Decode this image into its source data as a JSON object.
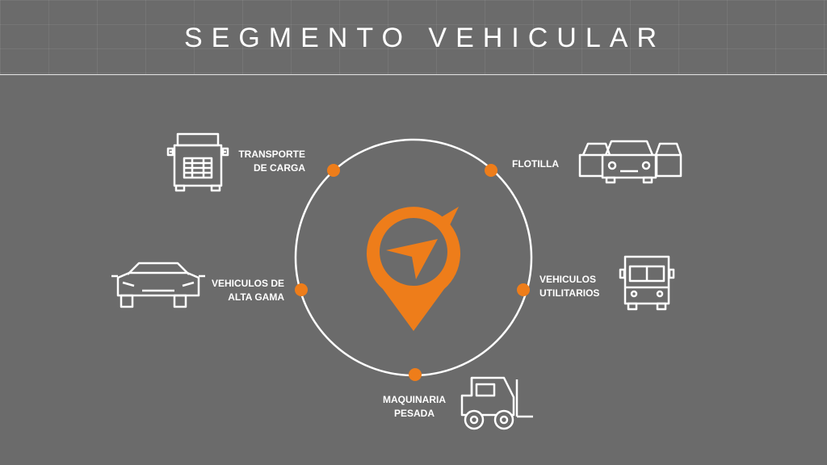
{
  "title": "SEGMENTO VEHICULAR",
  "colors": {
    "accent": "#ee7d1a",
    "background": "#6b6b6b",
    "line": "#ffffff"
  },
  "center_icon": "location-pin-navigation-icon",
  "segments": [
    {
      "id": "transporte",
      "icon": "semi-truck-icon",
      "lines": [
        "TRANSPORTE",
        "DE CARGA"
      ]
    },
    {
      "id": "flotilla",
      "icon": "car-fleet-icon",
      "lines": [
        "FLOTILLA"
      ]
    },
    {
      "id": "utilitarios",
      "icon": "utility-truck-icon",
      "lines": [
        "VEHICULOS",
        "UTILITARIOS"
      ]
    },
    {
      "id": "maquinaria",
      "icon": "forklift-icon",
      "lines": [
        "MAQUINARIA",
        "PESADA"
      ]
    },
    {
      "id": "altagama",
      "icon": "luxury-car-icon",
      "lines": [
        "VEHICULOS DE",
        "ALTA GAMA"
      ]
    }
  ]
}
